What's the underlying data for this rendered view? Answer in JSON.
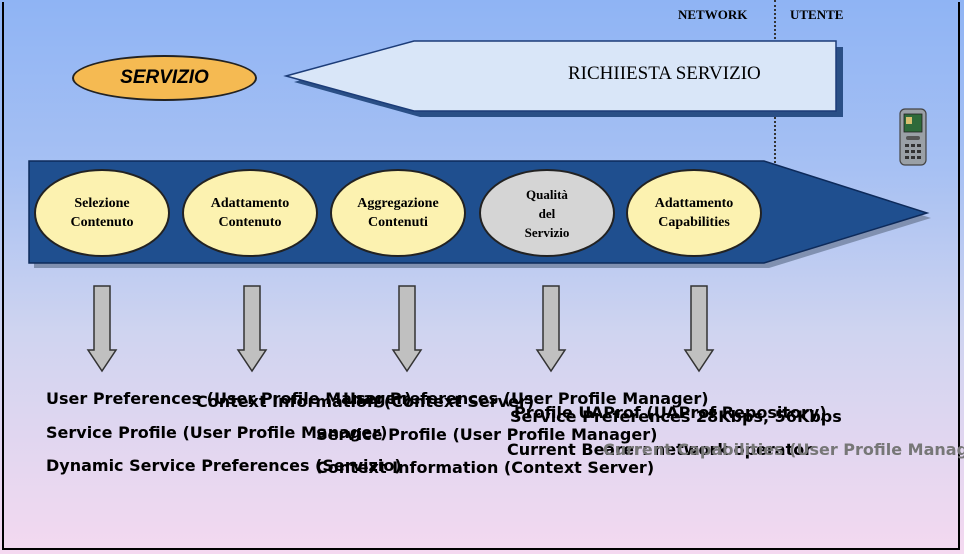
{
  "header": {
    "network_label": "NETWORK",
    "utente_label": "UTENTE"
  },
  "servizio": {
    "label": "SERVIZIO"
  },
  "request": {
    "label": "RICHIIESTA SERVIZIO"
  },
  "pipeline": {
    "stages": [
      {
        "label": "Selezione\nContenuto"
      },
      {
        "label": "Adattamento\nContenuto"
      },
      {
        "label": "Aggregazione\nContenuti"
      },
      {
        "label": "Qualità\ndel\nServizio"
      },
      {
        "label": "Adattamento\nCapabilities"
      }
    ]
  },
  "bottom": {
    "col1": [
      "User Preferences (User Profile Manager)",
      "Service Profile (User Profile Manager)",
      "Dynamic Service Preferences (Servizio)"
    ],
    "col2": [
      "Context Information (Context Server)",
      "Service Profile (User Profile Manager)",
      "Context Information (Context Server)"
    ],
    "col3": [
      "User Preferences (User Profile Manager)"
    ],
    "col4": [
      "Profile UAProf (UAProf Repository)",
      "Service Preferences 28Kbps, 56Kbps",
      "Current Bearer: network operator"
    ],
    "col5": [
      "Current Capabilities (User Profile Manager)"
    ]
  },
  "colors": {
    "servizio_fill": "#f5ba52",
    "stage_fill": "#fcf2b0",
    "qos_fill": "#d5d5d5",
    "pipeline_fill": "#1f4f8f",
    "arrow_fill": "#c0c0c0"
  }
}
